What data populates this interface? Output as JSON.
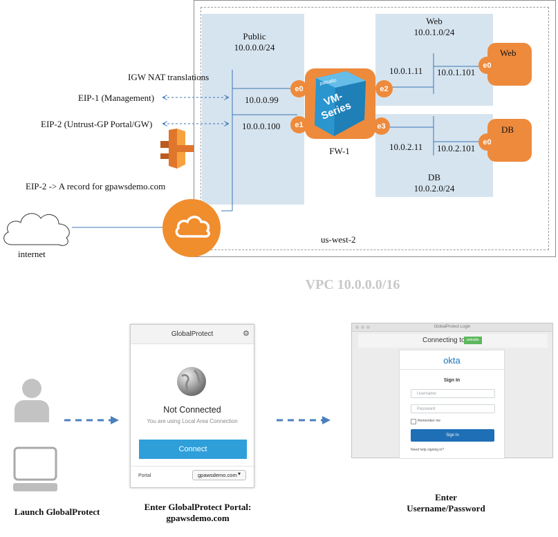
{
  "diagram": {
    "region": "us-west-2",
    "vpc_label": "VPC 10.0.0.0/16",
    "public_subnet": {
      "name": "Public",
      "cidr": "10.0.0.0/24"
    },
    "web_subnet": {
      "name": "Web",
      "cidr": "10.0.1.0/24"
    },
    "db_subnet": {
      "name": "DB",
      "cidr": "10.0.2.0/24"
    },
    "igw_label": "IGW NAT translations",
    "eip1": "EIP-1 (Management)",
    "eip2": "EIP-2 (Untrust-GP Portal/GW)",
    "a_record": "EIP-2 -> A record for gpawsdemo.com",
    "internet": "internet",
    "firewall": {
      "name": "FW-1",
      "logo_line1": "VM-",
      "logo_line2": "Series",
      "brand": "paloalto",
      "ports": [
        "e0",
        "e1",
        "e2",
        "e3"
      ]
    },
    "ips": {
      "fw_mgmt": "10.0.0.99",
      "fw_untrust": "10.0.0.100",
      "fw_web": "10.0.1.11",
      "web_server": "10.0.1.101",
      "fw_db": "10.0.2.11",
      "db_server": "10.0.2.101"
    },
    "web_server": {
      "label": "Web",
      "port": "e0"
    },
    "db_server": {
      "label": "DB",
      "port": "e0"
    }
  },
  "flow": {
    "step1": "Launch GlobalProtect",
    "step2_line1": "Enter GlobalProtect Portal:",
    "step2_line2": "gpawsdemo.com",
    "step3_line1": "Enter",
    "step3_line2": "Username/Password"
  },
  "gp_app": {
    "title": "GlobalProtect",
    "status": "Not Connected",
    "substatus": "You are using Local Area Connection",
    "connect_label": "Connect",
    "portal_label": "Portal",
    "portal_value": "gpawsdemo.com"
  },
  "okta_login": {
    "window_title": "GlobalProtect Login",
    "connecting_to": "Connecting to",
    "brand_badge": "paloalto",
    "logo": "okta",
    "sign_in_title": "Sign In",
    "username_placeholder": "Username",
    "password_placeholder": "Password",
    "remember_label": "Remember me",
    "sign_in_button": "Sign In",
    "help_link": "Need help signing in?"
  },
  "colors": {
    "subnet_fill": "#d6e4ef",
    "accent_orange": "#ee8a3c",
    "line_blue": "#3b74b5",
    "connect_blue": "#2e9fd9",
    "okta_blue": "#1e6fb5",
    "vpc_label_gray": "#c8c8c8"
  }
}
